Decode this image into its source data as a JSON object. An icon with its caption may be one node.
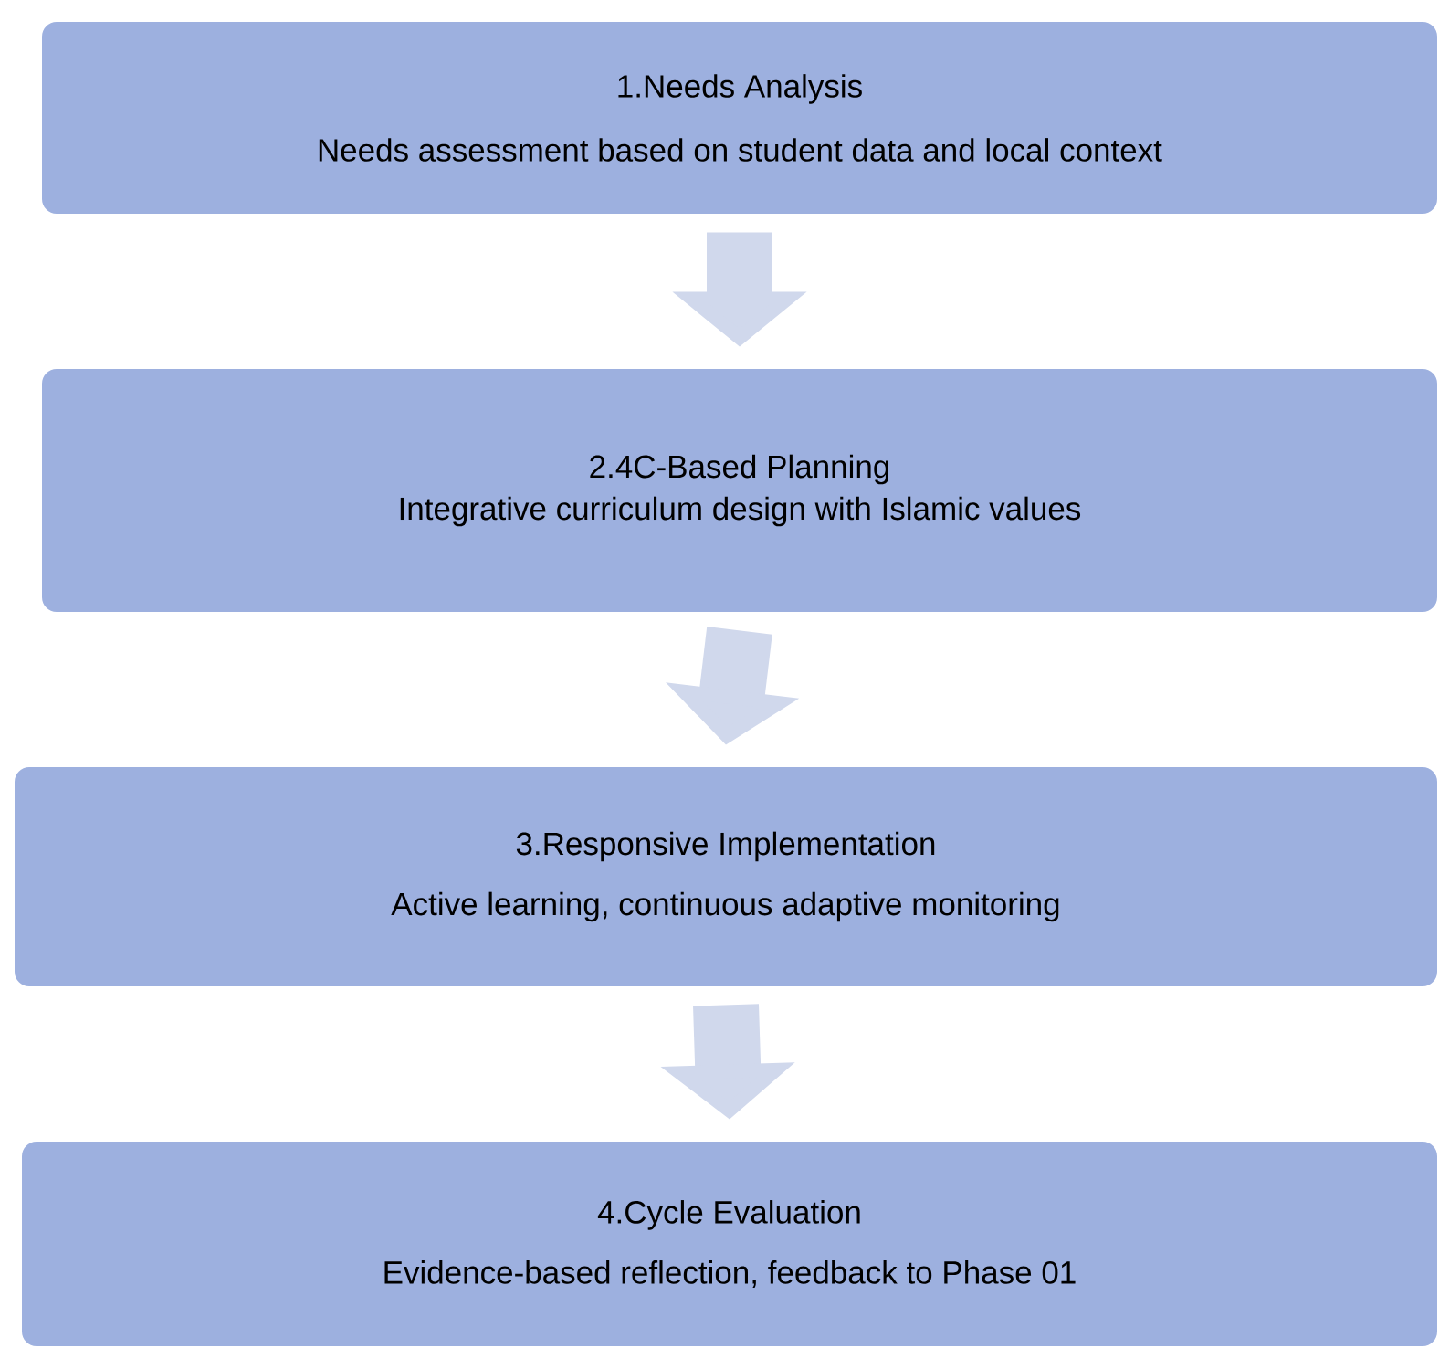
{
  "diagram": {
    "nodes": [
      {
        "text": [
          "1.Needs Analysis",
          "Needs assessment based on student data and local context"
        ]
      },
      {
        "text": [
          "2.4C-Based Planning",
          "Integrative curriculum design with Islamic values"
        ]
      },
      {
        "text": [
          "3.Responsive Implementation",
          "Active learning, continuous adaptive monitoring"
        ]
      },
      {
        "text": [
          "4.Cycle Evaluation",
          "Evidence-based reflection, feedback to Phase 01"
        ]
      }
    ],
    "edges": [
      {
        "from": 0,
        "to": 1,
        "arrow": "to"
      },
      {
        "from": 1,
        "to": 2,
        "arrow": "to"
      },
      {
        "from": 2,
        "to": 3,
        "arrow": "to"
      }
    ]
  }
}
